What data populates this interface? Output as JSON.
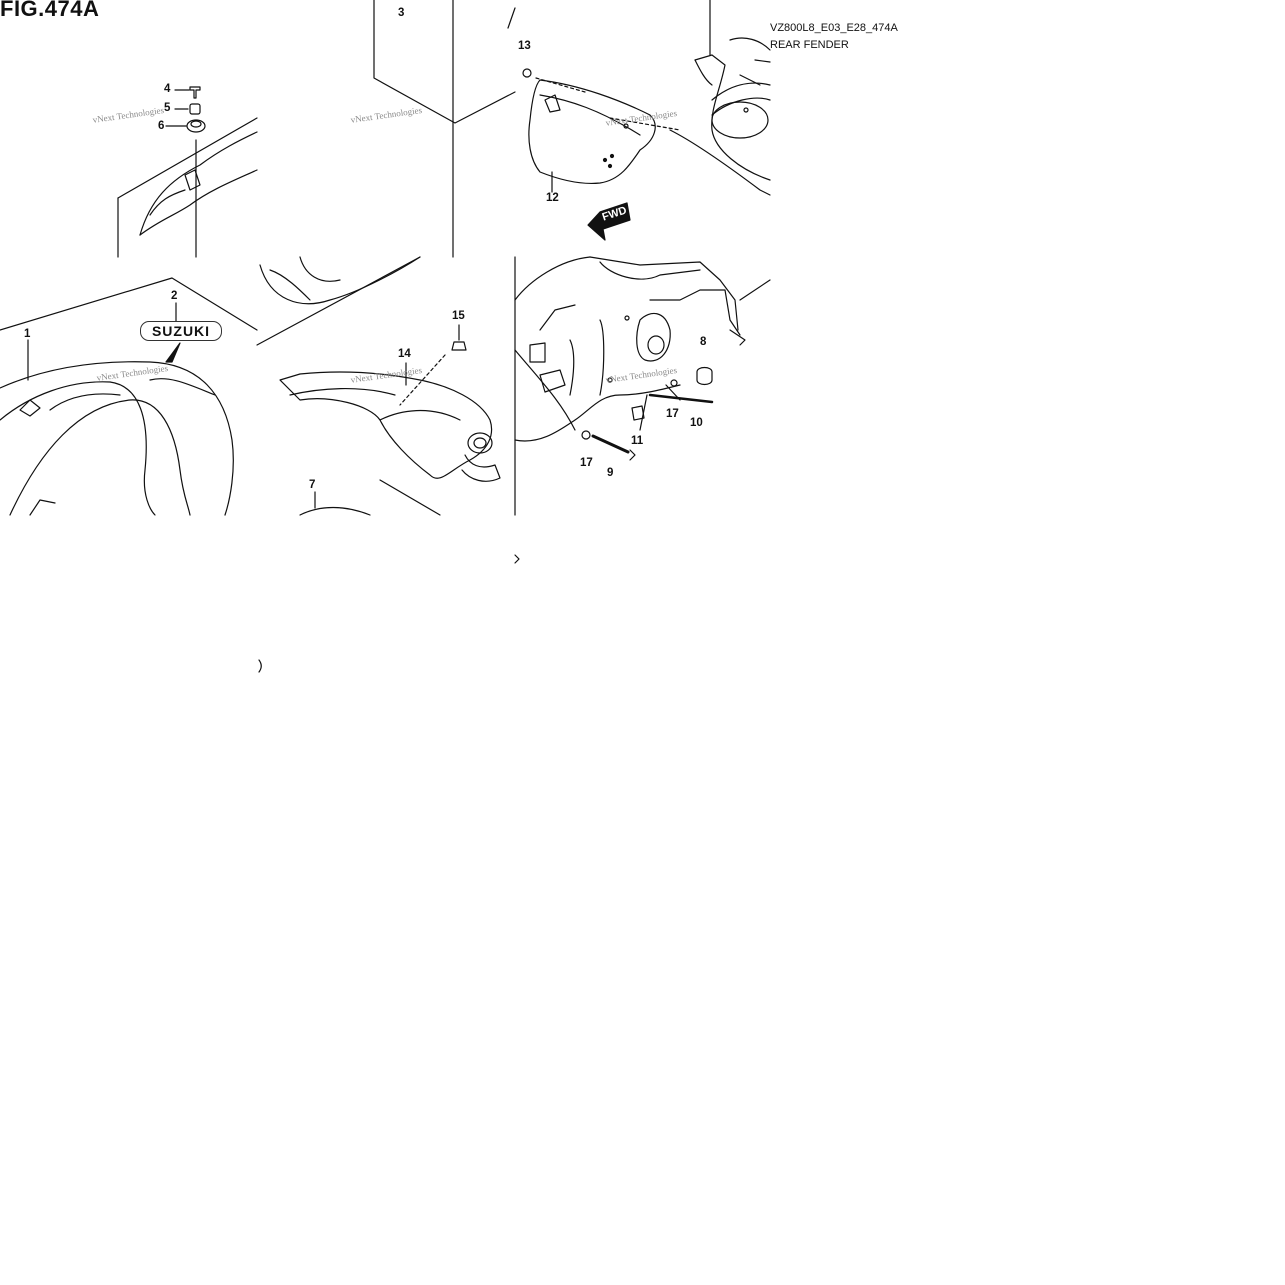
{
  "figure": {
    "title": "FIG.474A",
    "code": "VZ800L8_E03_E28_474A",
    "subtitle": "REAR FENDER",
    "watermark": "vNext Technologies",
    "badge_text": "SUZUKI",
    "fwd_label": "FWD"
  },
  "callouts": [
    {
      "id": "c1",
      "label": "1"
    },
    {
      "id": "c2",
      "label": "2"
    },
    {
      "id": "c3",
      "label": "3"
    },
    {
      "id": "c4",
      "label": "4"
    },
    {
      "id": "c5",
      "label": "5"
    },
    {
      "id": "c6",
      "label": "6"
    },
    {
      "id": "c7",
      "label": "7"
    },
    {
      "id": "c8",
      "label": "8"
    },
    {
      "id": "c9",
      "label": "9"
    },
    {
      "id": "c10",
      "label": "10"
    },
    {
      "id": "c11",
      "label": "11"
    },
    {
      "id": "c12",
      "label": "12"
    },
    {
      "id": "c13",
      "label": "13"
    },
    {
      "id": "c14",
      "label": "14"
    },
    {
      "id": "c15",
      "label": "15"
    },
    {
      "id": "c17a",
      "label": "17"
    },
    {
      "id": "c17b",
      "label": "17"
    }
  ]
}
